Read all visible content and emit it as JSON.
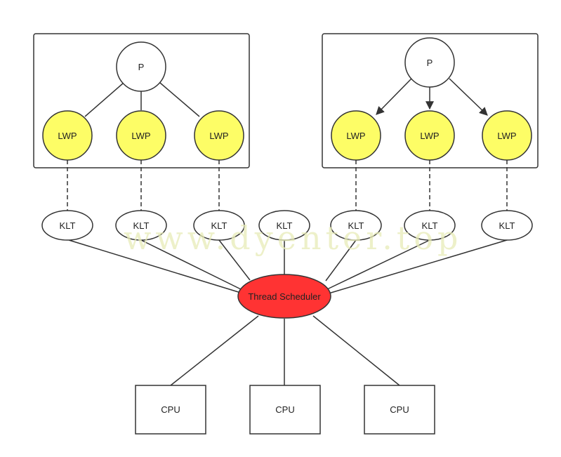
{
  "colors": {
    "lwp_fill": "#fdfd66",
    "scheduler_fill": "#ff3333",
    "stroke": "#333333",
    "watermark": "#e8ecb8"
  },
  "watermark": "www.dyenter.top",
  "nodes": {
    "left_p": "P",
    "right_p": "P",
    "lwp_label": "LWP",
    "klt_label": "KLT",
    "scheduler": "Thread Scheduler",
    "cpu_label": "CPU"
  }
}
